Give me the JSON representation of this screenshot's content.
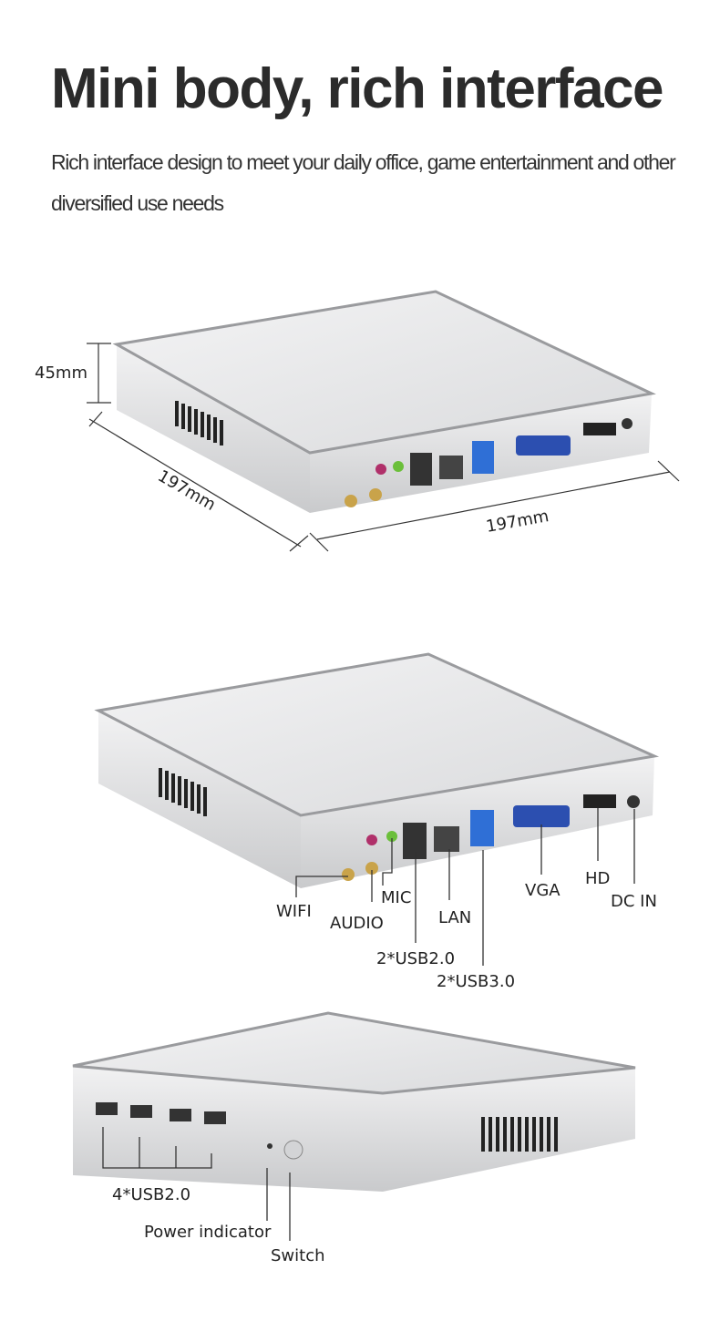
{
  "header": {
    "title": "Mini body, rich interface",
    "subtitle": "Rich interface design to meet your daily office, game entertainment and other diversified use needs"
  },
  "dimensions": {
    "height": "45mm",
    "depth": "197mm",
    "width": "197mm"
  },
  "rear_ports": {
    "wifi": "WIFI",
    "audio": "AUDIO",
    "mic": "MIC",
    "lan": "LAN",
    "usb2": "2*USB2.0",
    "usb3": "2*USB3.0",
    "vga": "VGA",
    "hd": "HD",
    "dc": "DC IN"
  },
  "front_ports": {
    "usb": "4*USB2.0",
    "power_indicator": "Power indicator",
    "switch": "Switch"
  },
  "colors": {
    "body": "#e6e7e9",
    "usb3_blue": "#2f6fd6",
    "vga_blue": "#2c4fb0",
    "gold": "#c9a34a"
  }
}
